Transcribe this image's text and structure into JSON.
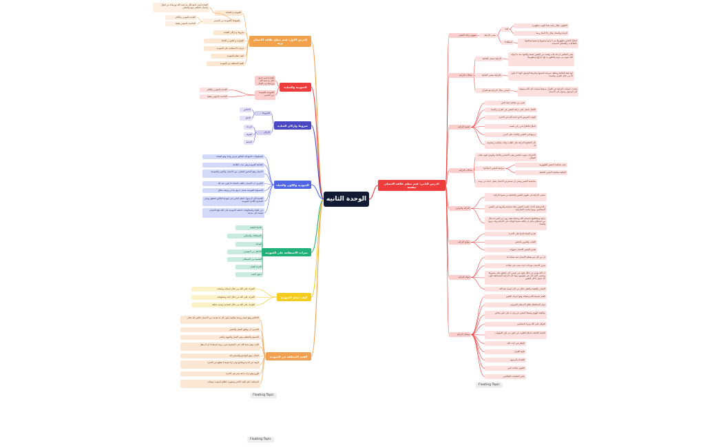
{
  "colors": {
    "root": "#111a33",
    "orange": "#f2a24a",
    "red": "#ee3b3b",
    "indigo": "#4a47c4",
    "blue": "#4f66e6",
    "green": "#22b07a",
    "yellow": "#f5cc1e",
    "lorange": "#f0a050"
  },
  "root": {
    "label": "الوحدة الثانيه"
  },
  "floating_topics": [
    "Floating Topic",
    "Floating Topic",
    "Floating Topic"
  ],
  "nodes": [
    {
      "id": "b1",
      "parent": "root",
      "color": "orange",
      "depth": 1,
      "label": "الدرس الاول: قيم تنظم علاقه الانسان بربه"
    },
    {
      "id": "b1a",
      "parent": "b1",
      "color": "orange",
      "depth": 2,
      "label": "العبوديه و العباده"
    },
    {
      "id": "b1a1",
      "parent": "b1a",
      "color": "orange",
      "depth": 3,
      "label": "العباده:اسم جامع لكل ما يحبه الله ويرضاه من اقوال واعمال الظاهر منها والباطن"
    },
    {
      "id": "b1a2",
      "parent": "b1a",
      "color": "orange",
      "depth": 3,
      "label": "العبودية بالعبودية من الضمير"
    },
    {
      "id": "b1a2a",
      "parent": "b1a2",
      "color": "orange",
      "depth": 4,
      "label": "العامة:بالمؤمن والكافر"
    },
    {
      "id": "b1a2b",
      "parent": "b1a2",
      "color": "orange",
      "depth": 4,
      "label": "الخاصه: بالمؤمن فقط"
    },
    {
      "id": "b1b",
      "parent": "b1",
      "color": "orange",
      "depth": 2,
      "label": "شروط و اركان العباده"
    },
    {
      "id": "b1c",
      "parent": "b1",
      "color": "orange",
      "depth": 2,
      "label": "العبوديه و الكون و الحياه"
    },
    {
      "id": "b1d",
      "parent": "b1",
      "color": "orange",
      "depth": 2,
      "label": "ثمرات الاستقامه على العبوديه"
    },
    {
      "id": "b1e",
      "parent": "b1",
      "color": "orange",
      "depth": 2,
      "label": "كيف تتعلم العبوديه"
    },
    {
      "id": "b1f",
      "parent": "b1",
      "color": "orange",
      "depth": 2,
      "label": "القيم المتعلقه من العبوديه"
    },
    {
      "id": "b2",
      "parent": "root",
      "color": "red",
      "depth": 1,
      "label": "العبوديه والعباده"
    },
    {
      "id": "b2a",
      "parent": "b2",
      "color": "red",
      "depth": 2,
      "label": "العباده:اسم جامع لكل ما يحبه الله ويرضاه من اقوال واعمال الظاهر منها والباطن"
    },
    {
      "id": "b2b",
      "parent": "b2",
      "color": "red",
      "depth": 2,
      "label": "العبودية بالعبودية من الضمير"
    },
    {
      "id": "b2b1",
      "parent": "b2b",
      "color": "red",
      "depth": 3,
      "label": "العامة:بالمؤمن والكافر"
    },
    {
      "id": "b2b2",
      "parent": "b2b",
      "color": "red",
      "depth": 3,
      "label": "الخاصه: بالمؤمن فقط"
    },
    {
      "id": "b3",
      "parent": "root",
      "color": "indigo",
      "depth": 1,
      "label": "شروط واركان العباده"
    },
    {
      "id": "b3a",
      "parent": "b3",
      "color": "indigo",
      "depth": 2,
      "label": "الشروط"
    },
    {
      "id": "b3a1",
      "parent": "b3a",
      "color": "indigo",
      "depth": 3,
      "label": "الاخلاص"
    },
    {
      "id": "b3a2",
      "parent": "b3a",
      "color": "indigo",
      "depth": 3,
      "label": "الاتباع"
    },
    {
      "id": "b3b",
      "parent": "b3",
      "color": "indigo",
      "depth": 2,
      "label": "الاركان"
    },
    {
      "id": "b3b1",
      "parent": "b3b",
      "color": "indigo",
      "depth": 3,
      "label": "الرجاء"
    },
    {
      "id": "b3b2",
      "parent": "b3b",
      "color": "indigo",
      "depth": 3,
      "label": "الخوف"
    },
    {
      "id": "b3b3",
      "parent": "b3b",
      "color": "indigo",
      "depth": 3,
      "label": "المحبة"
    },
    {
      "id": "b4",
      "parent": "root",
      "color": "blue",
      "depth": 1,
      "label": "العبودية والكون والحياه"
    },
    {
      "id": "b4a",
      "parent": "b4",
      "color": "blue",
      "depth": 2,
      "label": "المخلوقات خاضع لله الخالق تعرض واحد وهو العباده"
    },
    {
      "id": "b4b",
      "parent": "b4",
      "color": "blue",
      "depth": 2,
      "label": "الطاعة العبودية وهي ثبات الطاعة"
    },
    {
      "id": "b4c",
      "parent": "b4",
      "color": "blue",
      "depth": 2,
      "label": "الانسان وهو المحور المقارن بين الانسان والكون والعبودية"
    },
    {
      "id": "b4d",
      "parent": "b4",
      "color": "blue",
      "depth": 2,
      "label": "التكريم: ان الانسان مكلف بالعباده لا يكون عبد لله"
    },
    {
      "id": "b4e",
      "parent": "b4",
      "color": "blue",
      "depth": 2,
      "label": "الشمولية:العبودية تشمل جميع مناحي وسعه نطاق"
    },
    {
      "id": "b4f",
      "parent": "b4",
      "color": "blue",
      "depth": 2,
      "label": "القدوة:كان الرسول اعظم الناس في عبودية الخالق فتحقق ويعني الصحيح الكامل للعبودية"
    },
    {
      "id": "b4g",
      "parent": "b4",
      "color": "blue",
      "depth": 2,
      "label": "دين العباد والمخلوقات اختلف العبودية على الله يبلغ الانسان ليعيده الى منزلته"
    },
    {
      "id": "b5",
      "parent": "root",
      "color": "green",
      "depth": 1,
      "label": "ثمرات الاستقامه على العبوديه"
    },
    {
      "id": "b5a",
      "parent": "b5",
      "color": "green",
      "depth": 2,
      "label": "الحياة الطيبة"
    },
    {
      "id": "b5b",
      "parent": "b5",
      "color": "green",
      "depth": 2,
      "label": "الاستخلاف والتمكين"
    },
    {
      "id": "b5c",
      "parent": "b5",
      "color": "green",
      "depth": 2,
      "label": "الهداية"
    },
    {
      "id": "b5d",
      "parent": "b5",
      "color": "green",
      "depth": 2,
      "label": "الاخلاق من المؤمنين"
    },
    {
      "id": "b5e",
      "parent": "b5",
      "color": "green",
      "depth": 2,
      "label": "العصمة من الشيطان"
    },
    {
      "id": "b5f",
      "parent": "b5",
      "color": "green",
      "depth": 2,
      "label": "الجزاء العدل"
    },
    {
      "id": "b5g",
      "parent": "b5",
      "color": "green",
      "depth": 2,
      "label": "دخول الجنة"
    },
    {
      "id": "b6",
      "parent": "root",
      "color": "yellow",
      "depth": 1,
      "label": "كيف تتعلم العبودية"
    },
    {
      "id": "b6a",
      "parent": "b6",
      "color": "yellow",
      "depth": 2,
      "label": "التعرف على الله من خلال اسمائه وصفاته"
    },
    {
      "id": "b6b",
      "parent": "b6",
      "color": "yellow",
      "depth": 2,
      "label": "التعرف على الله من خلال اياته ومخلوقاته"
    },
    {
      "id": "b6c",
      "parent": "b6",
      "color": "yellow",
      "depth": 2,
      "label": "التعرف على الله من خلال اهتمامه وعنيته بخلقه"
    },
    {
      "id": "b7",
      "parent": "root",
      "color": "lorange",
      "depth": 1,
      "label": "القيم المتعلقه من العبوديه"
    },
    {
      "id": "b7a",
      "parent": "b7",
      "color": "lorange",
      "depth": 2,
      "label": "الاخلاص وهو قيمة روحية عظيمة يكون كل ما يقدمه من الانسان خالص لله تعالى"
    },
    {
      "id": "b7b",
      "parent": "b7",
      "color": "lorange",
      "depth": 2,
      "label": "الحسن: ان يوافق العمل والنفس"
    },
    {
      "id": "b7c",
      "parent": "b7",
      "color": "lorange",
      "depth": 2,
      "label": "التسبيح والتعظيم وهي العمل والعهود والنعم"
    },
    {
      "id": "b7d",
      "parent": "b7",
      "color": "lorange",
      "depth": 2,
      "label": "الحب وهو محبة الله حتى المحبوبة متين تربية استعدادا ان لا ينتقل"
    },
    {
      "id": "b7e",
      "parent": "b7",
      "color": "lorange",
      "depth": 2,
      "label": "التذلل: وهو التواضع والتسليم لله"
    },
    {
      "id": "b7f",
      "parent": "b7",
      "color": "lorange",
      "depth": 2,
      "label": "الزهد عن الدنيا وملذاتها وان اراد قيمة لا تقطع عن الاخرة"
    },
    {
      "id": "b7g",
      "parent": "b7",
      "color": "lorange",
      "depth": 2,
      "label": "الورع وهو ترك ما قد يضر في الاخرة"
    },
    {
      "id": "b7h",
      "parent": "b7",
      "color": "lorange",
      "depth": 2,
      "label": "المراقبة: علم العبد الدائم وشعوره باطلاع الرقيب سبحانه"
    },
    {
      "id": "r1",
      "parent": "root",
      "color": "red",
      "depth": 1,
      "label": "الدرس الثاني: قيم تنظم علاقه الانسان بنفسه"
    },
    {
      "id": "r1a",
      "parent": "r1",
      "color": "red",
      "depth": 2,
      "label": "مفهوم تزكيه النفس"
    },
    {
      "id": "r1a1",
      "parent": "r1a",
      "color": "red",
      "depth": 3,
      "label": "معنى التزكية"
    },
    {
      "id": "r1a1a",
      "parent": "r1a1",
      "color": "red",
      "depth": 4,
      "label": "لغة"
    },
    {
      "id": "r1a1a1",
      "parent": "r1a1a",
      "color": "red",
      "depth": 5,
      "label": "التطهير: يقال زكيت هذا الثوب بتطهيره"
    },
    {
      "id": "r1a1a2",
      "parent": "r1a1a",
      "color": "red",
      "depth": 5,
      "label": "الزيادة والنماء: يقال زكا المال ونما"
    },
    {
      "id": "r1a1b",
      "parent": "r1a1",
      "color": "red",
      "depth": 4,
      "label": "اصطلاحا"
    },
    {
      "id": "r1a1b1",
      "parent": "r1a1b",
      "color": "red",
      "depth": 5,
      "label": "اصلاح النفس بتطهيرها من ادرانها وعيوبها وتنميتها وتحليتها بالطاعات والفضائل الحميدة"
    },
    {
      "id": "r1b",
      "parent": "r1",
      "color": "red",
      "depth": 2,
      "label": "مجالات التزكيه"
    },
    {
      "id": "r1b1",
      "parent": "r1b",
      "color": "red",
      "depth": 3,
      "label": "التزكية بمعنى التخلية"
    },
    {
      "id": "r1b1a",
      "parent": "r1b1",
      "color": "red",
      "depth": 4,
      "label": "تعني التخلص ان قد عاب وفسد من النفس نفسه والتعوذ منه ما تنهاه الله عنهم من سوء والتطهر به لها بتاركها وتطهيرها"
    },
    {
      "id": "r1b2",
      "parent": "r1b",
      "color": "red",
      "depth": 3,
      "label": "بالتزكية بمعنى التحلية"
    },
    {
      "id": "r1b2a",
      "parent": "r1b2",
      "color": "red",
      "depth": 4,
      "label": "انها هيئة الطاعة ونطقه صريحه لحسنها وطريقة الوصول الهدا لا يكون الا من خلال القران والسنة"
    },
    {
      "id": "r1b3",
      "parent": "r1b",
      "color": "red",
      "depth": 3,
      "label": "اساس مجال التزكية هو القرآن"
    },
    {
      "id": "r1b3a",
      "parent": "r1b3",
      "color": "red",
      "depth": 4,
      "label": "تعددت لمسات التزكية في القرآن مرفية لمسات الى الله وصوله الى الوصول وصول الى الانسان"
    },
    {
      "id": "r1c",
      "parent": "r1",
      "color": "red",
      "depth": 2,
      "label": "اهمية التزكيه"
    },
    {
      "id": "r1c1",
      "parent": "r1c",
      "color": "red",
      "depth": 3,
      "label": "تعتبر من مقاصد بعثة النبي"
    },
    {
      "id": "r1c2",
      "parent": "r1c",
      "color": "red",
      "depth": 3,
      "label": "الاقبال المثل على تزكية النفس في القران والسنة"
    },
    {
      "id": "r1c3",
      "parent": "r1c",
      "color": "red",
      "depth": 3,
      "label": "الثواب العريض الذي اعده الله في الاخرة"
    },
    {
      "id": "r1c4",
      "parent": "r1c",
      "color": "red",
      "depth": 3,
      "label": "اصلاح بالفلاح لمن زكى نفسه"
    },
    {
      "id": "r1c5",
      "parent": "r1c",
      "color": "red",
      "depth": 3,
      "label": "ترتيبها في النفس والثبات على الدين"
    },
    {
      "id": "r1c6",
      "parent": "r1c",
      "color": "red",
      "depth": 3,
      "label": "تأثر الخطوة التزكية على القلب وذلك بسلامته وصحوته له"
    },
    {
      "id": "r1d",
      "parent": "r1",
      "color": "red",
      "depth": 2,
      "label": "مجالات التزكيه"
    },
    {
      "id": "r1d1",
      "parent": "r1d",
      "color": "red",
      "depth": 3,
      "label": "الاعتراف بعيوب النفس وهي الاساس والاتحاد والهدي لفهم مقام الصلاح"
    },
    {
      "id": "r1d2",
      "parent": "r1d",
      "color": "red",
      "depth": 3,
      "label": "مراقبة النفس لاصلاحها"
    },
    {
      "id": "r1d2a",
      "parent": "r1d2",
      "color": "red",
      "depth": 4,
      "label": "نحيه مجاهدة النفس للطهورية"
    },
    {
      "id": "r1d2b",
      "parent": "r1d2",
      "color": "red",
      "depth": 4,
      "label": "التحلية مجاهدة النفس للتحلية"
    },
    {
      "id": "r1d3",
      "parent": "r1d",
      "color": "red",
      "depth": 3,
      "label": "محاسبة النفس ويعني ان يستعرض الانسان بعمل حياته من يومه"
    },
    {
      "id": "r1e",
      "parent": "r1",
      "color": "red",
      "depth": 2,
      "label": "التزكيه والتوازن"
    },
    {
      "id": "r1e1",
      "parent": "r1e",
      "color": "red",
      "depth": 3,
      "label": "تسعى التزكية في تطهير النفس والتحلية من تسوء التزكية"
    },
    {
      "id": "r1e2",
      "parent": "r1e",
      "color": "red",
      "depth": 3,
      "label": "زكاة وجعل الذات اغنيت النفس مكة صحيحه والروية في النفس المتخاصين وبنها يناسب الشارعية"
    },
    {
      "id": "r1e3",
      "parent": "r1e",
      "color": "red",
      "depth": 3,
      "label": "تزكية ومقاطعها باحسان الله وصفاته فقد روى عن النبي انه قال من استطاع منكم ان يخلف نفسه الهابات في الاسلام وقد تربيها والعداد"
    },
    {
      "id": "r1f",
      "parent": "r1",
      "color": "red",
      "depth": 2,
      "label": "موانع التزكيه"
    },
    {
      "id": "r1f1",
      "parent": "r1f",
      "color": "red",
      "depth": 3,
      "label": "تقديم الحياة الدنيا على الاخرة"
    },
    {
      "id": "r1f2",
      "parent": "r1f",
      "color": "red",
      "depth": 3,
      "label": "العجب والغرور بالنفس"
    },
    {
      "id": "r1f3",
      "parent": "r1f",
      "color": "red",
      "depth": 3,
      "label": "تقديم النفس الانسان شهواته"
    },
    {
      "id": "r1g",
      "parent": "r1",
      "color": "red",
      "depth": 2,
      "label": "فوائد التزكيه"
    },
    {
      "id": "r1g1",
      "parent": "r1g",
      "color": "red",
      "depth": 3,
      "label": "ان من كل نمو يعطيه الانسان فيه سعادة له"
    },
    {
      "id": "r1g2",
      "parent": "r1g",
      "color": "red",
      "depth": 3,
      "label": "يعزي الانسان مع ذاته حيث نسب في صلاحه"
    },
    {
      "id": "r1g3",
      "parent": "r1g",
      "color": "red",
      "depth": 3,
      "label": "ان الله يهدي من خلال هوى من تحسن الى تحقيق على مصيرها ويحسن الذي كان في نفوسهم وهنا كان التزكية المستحقة تكون كل سبيل داخل النفس"
    },
    {
      "id": "r1g4",
      "parent": "r1g",
      "color": "red",
      "depth": 3,
      "label": "الايمان بالعقيدة والتقي حكل من كان اسمه عند الله"
    },
    {
      "id": "r1h",
      "parent": "r1",
      "color": "red",
      "depth": 2,
      "label": "وسائل التزكيه"
    },
    {
      "id": "r1h1",
      "parent": "r1h",
      "color": "red",
      "depth": 3,
      "label": "العلم باسماء الله وصفاته وهو اشرف العلوم"
    },
    {
      "id": "r1h2",
      "parent": "r1h",
      "color": "red",
      "depth": 3,
      "label": "دوام المحافظة نطاق الاستقام الفروض"
    },
    {
      "id": "r1h3",
      "parent": "r1h",
      "color": "red",
      "depth": 3,
      "label": "مجاهدة الهوى وضبط النفس عن وان تد يكن انس بخاص"
    },
    {
      "id": "r1h4",
      "parent": "r1h",
      "color": "red",
      "depth": 3,
      "label": "التوكل على الله وترك المعاصي"
    },
    {
      "id": "r1h5",
      "parent": "r1h",
      "color": "red",
      "depth": 3,
      "label": "العناية الكاملة باصلاح القلوب لن تكون من اول الاولويات"
    },
    {
      "id": "r1h6",
      "parent": "r1h",
      "color": "red",
      "depth": 3,
      "label": "التفكر في ايات الله"
    },
    {
      "id": "r1h7",
      "parent": "r1h",
      "color": "red",
      "depth": 3,
      "label": "تلاوة القرآن"
    },
    {
      "id": "r1h8",
      "parent": "r1h",
      "color": "red",
      "depth": 3,
      "label": "الاقتداء بالرسول"
    },
    {
      "id": "r1h9",
      "parent": "r1h",
      "color": "red",
      "depth": 3,
      "label": "التقوى صلاحه اخير"
    },
    {
      "id": "r1h10",
      "parent": "r1h",
      "color": "red",
      "depth": 3,
      "label": "تكثير التقليبات الصالحين"
    }
  ]
}
